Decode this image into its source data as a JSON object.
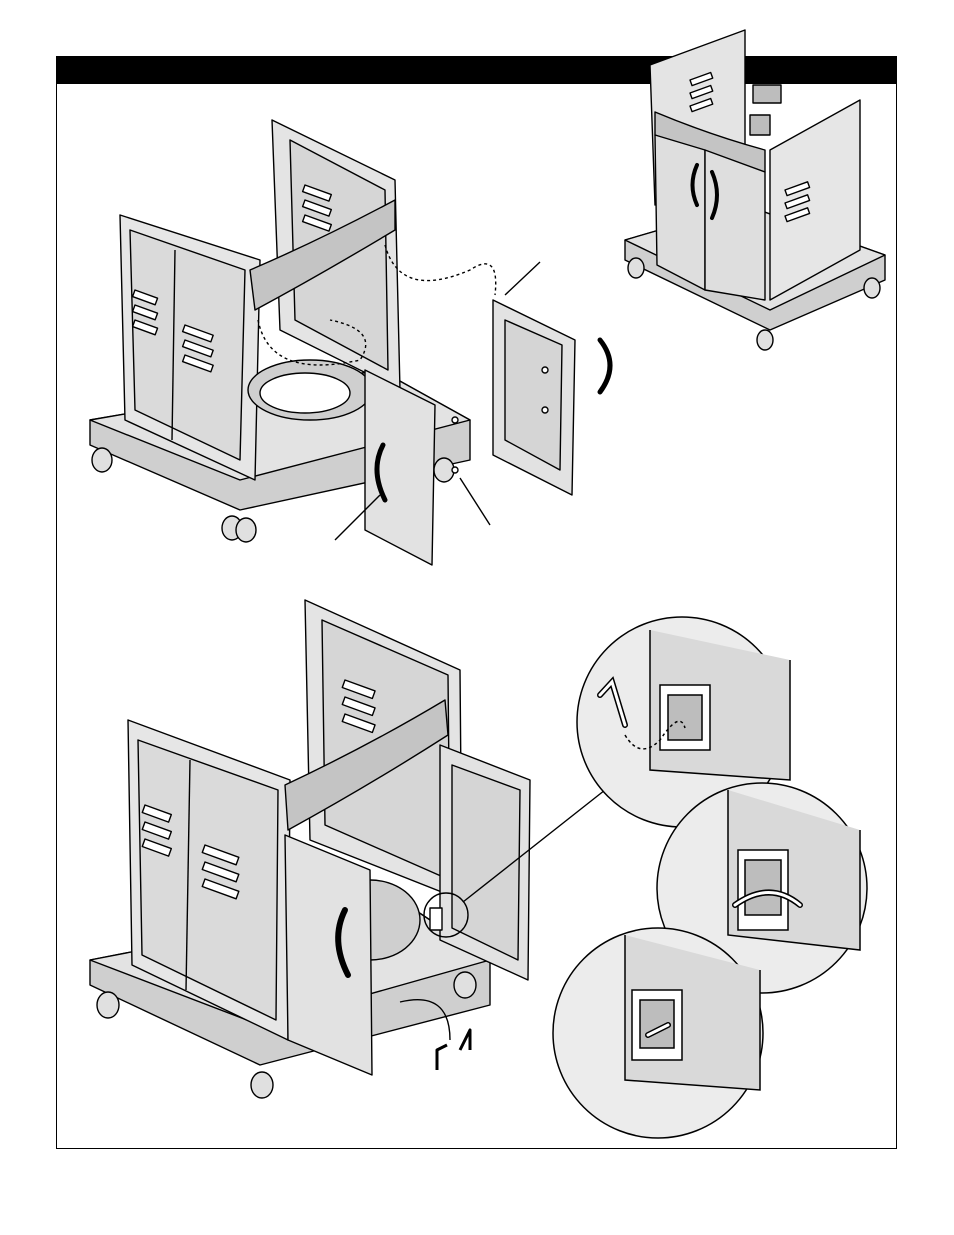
{
  "header": {
    "title": ""
  },
  "colors": {
    "panel": "#d9d9d9",
    "panel_light": "#e8e8e8",
    "panel_dark": "#b8b8b8",
    "inner": "#c9c9c9",
    "line": "#000000",
    "band": "#c4c4c4"
  },
  "illustrations": [
    {
      "id": "cart-exploded-door-view"
    },
    {
      "id": "cart-assembled-view"
    },
    {
      "id": "cart-doors-open-view"
    },
    {
      "id": "hinge-pin-detail-insert"
    },
    {
      "id": "hinge-pin-detail-rotate"
    },
    {
      "id": "hinge-pin-detail-locked"
    }
  ]
}
